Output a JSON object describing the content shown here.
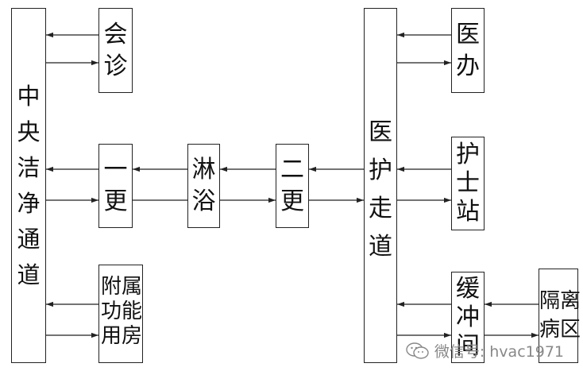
{
  "nodes": {
    "central_corridor": [
      "中",
      "央",
      "洁",
      "净",
      "通",
      "道"
    ],
    "consultation": [
      "会",
      "诊"
    ],
    "first_change": [
      "一",
      "更"
    ],
    "shower": [
      "淋",
      "浴"
    ],
    "second_change": [
      "二",
      "更"
    ],
    "medical_corridor": [
      "医",
      "护",
      "走",
      "道"
    ],
    "doctor_office": [
      "医",
      "办"
    ],
    "nurse_station": [
      "护",
      "士",
      "站"
    ],
    "ancillary_rooms": [
      "附",
      "属",
      "功",
      "能",
      "用",
      "房"
    ],
    "buffer_room": [
      "缓",
      "冲",
      "间"
    ],
    "isolation_ward": [
      "隔",
      "离",
      "病",
      "区"
    ]
  },
  "watermark": {
    "text": "微信号: hvac1971",
    "icon": "wechat-icon"
  },
  "colors": {
    "line": "#222222",
    "text": "#111111",
    "watermark": "#888888"
  }
}
